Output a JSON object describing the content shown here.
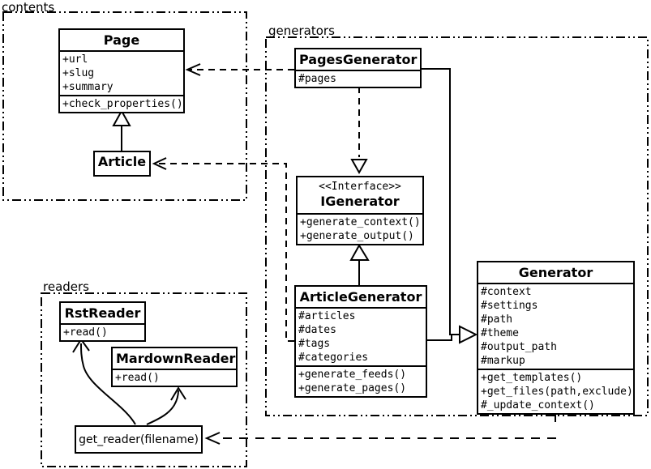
{
  "diagram": {
    "packages": [
      {
        "id": "contents",
        "label": "contents"
      },
      {
        "id": "generators",
        "label": "generators"
      },
      {
        "id": "readers",
        "label": "readers"
      }
    ],
    "classes": {
      "page": {
        "name": "Page",
        "attributes": [
          "+url",
          "+slug",
          "+summary"
        ],
        "methods": [
          "+check_properties()"
        ]
      },
      "article": {
        "name": "Article"
      },
      "pagesGenerator": {
        "name": "PagesGenerator",
        "attributes": [
          "#pages"
        ]
      },
      "iGenerator": {
        "stereotype": "<<Interface>>",
        "name": "IGenerator",
        "methods": [
          "+generate_context()",
          "+generate_output()"
        ]
      },
      "articleGenerator": {
        "name": "ArticleGenerator",
        "attributes": [
          "#articles",
          "#dates",
          "#tags",
          "#categories"
        ],
        "methods": [
          "+generate_feeds()",
          "+generate_pages()"
        ]
      },
      "generator": {
        "name": "Generator",
        "attributes": [
          "#context",
          "#settings",
          "#path",
          "#theme",
          "#output_path",
          "#markup"
        ],
        "methods": [
          "+get_templates()",
          "+get_files(path,exclude)",
          "#_update_context()"
        ]
      },
      "rstReader": {
        "name": "RstReader",
        "methods": [
          "+read()"
        ]
      },
      "mardownReader": {
        "name": "MardownReader",
        "methods": [
          "+read()"
        ]
      },
      "getReader": {
        "label": "get_reader(filename)"
      }
    },
    "colors": {
      "line": "#000000",
      "background": "#ffffff",
      "box_fill": "#ffffff"
    }
  }
}
